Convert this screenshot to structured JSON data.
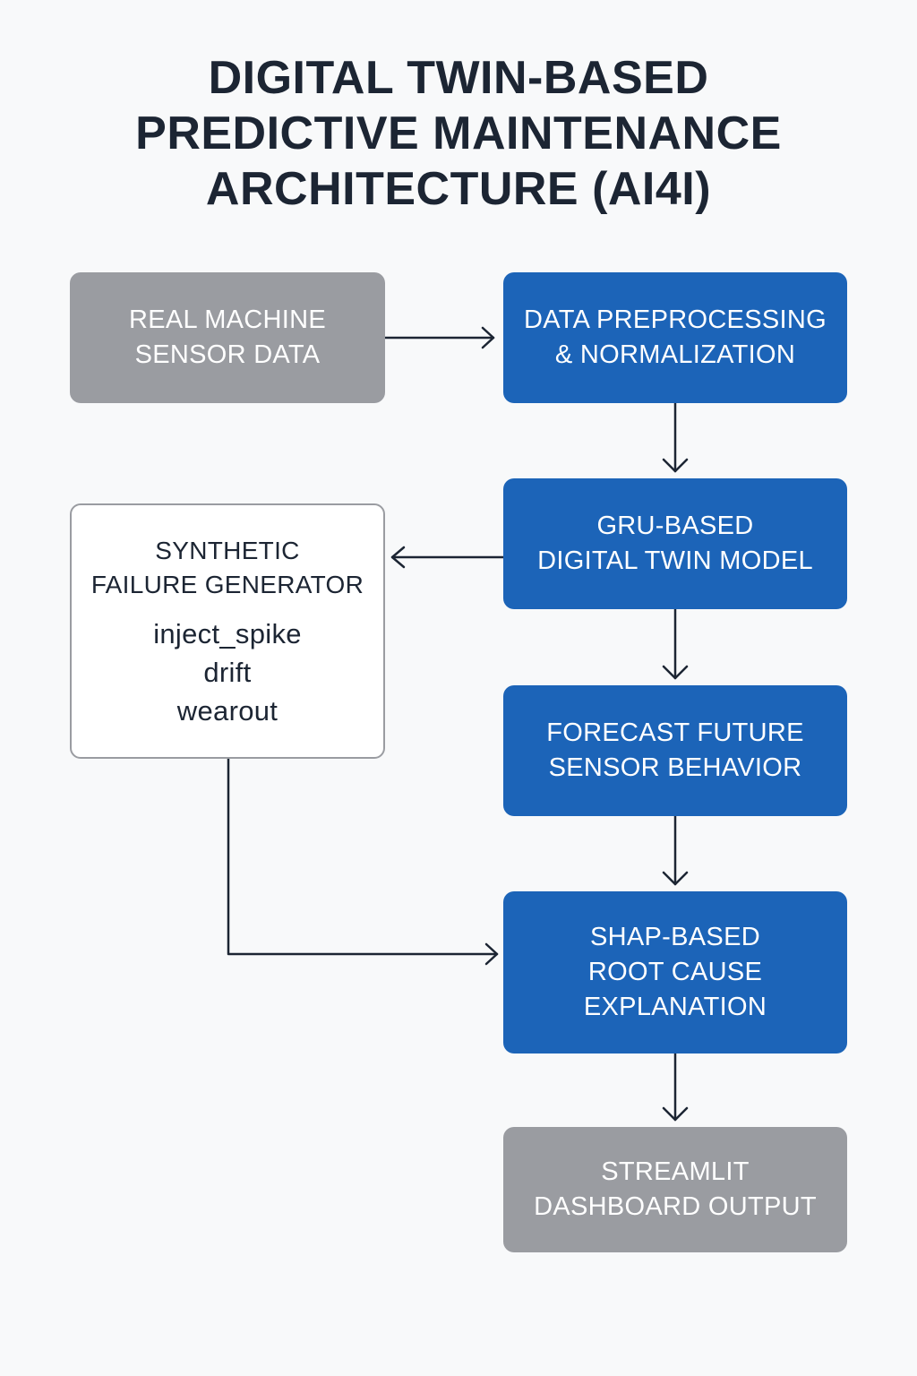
{
  "title": {
    "line1": "DIGITAL TWIN-BASED",
    "line2": "PREDICTIVE MAINTENANCE",
    "line3": "ARCHITECTURE (AI4I)"
  },
  "nodes": {
    "sensor_data": {
      "line1": "REAL MACHINE",
      "line2": "SENSOR DATA"
    },
    "preprocessing": {
      "line1": "DATA PREPROCESSING",
      "line2": "& NORMALIZATION"
    },
    "gru_model": {
      "line1": "GRU-BASED",
      "line2": "DIGITAL TWIN MODEL"
    },
    "synthetic": {
      "line1": "SYNTHETIC",
      "line2": "FAILURE GENERATOR",
      "items": [
        "inject_spike",
        "drift",
        "wearout"
      ]
    },
    "forecast": {
      "line1": "FORECAST FUTURE",
      "line2": "SENSOR BEHAVIOR"
    },
    "shap": {
      "line1": "SHAP-BASED",
      "line2": "ROOT CAUSE",
      "line3": "EXPLANATION"
    },
    "dashboard": {
      "line1": "STREAMLIT",
      "line2": "DASHBOARD OUTPUT"
    }
  },
  "colors": {
    "blue_box": "#1c64b8",
    "grey_box": "#9a9ca1",
    "title_text": "#1c2533",
    "arrow": "#1c2533"
  }
}
